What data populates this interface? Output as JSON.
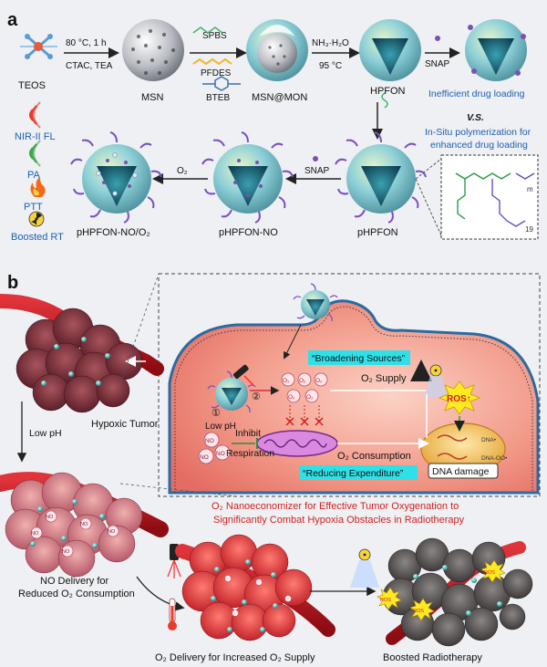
{
  "panels": {
    "a": "a",
    "b": "b"
  },
  "top": {
    "teos": "TEOS",
    "step1_cond1": "80 °C, 1 h",
    "step1_cond2": "CTAC, TEA",
    "msn": "MSN",
    "reagent_spbs": "SPBS",
    "reagent_pfdes": "PFDES",
    "reagent_bteb": "BTEB",
    "msn_mon": "MSN@MON",
    "step3_cond1": "NH₃·H₂O",
    "step3_cond2": "95 °C",
    "hpfon": "HPFON",
    "snap1": "SNAP",
    "inefficient": "Inefficient drug loading",
    "vs": "V.S.",
    "insitu1": "In-Situ polymerization for",
    "insitu2": "enhanced drug loading",
    "snap2": "SNAP",
    "o2_arrow": "O₂",
    "final": "pHPFON-NO/O₂",
    "mid": "pHPFON-NO",
    "phpfon": "pHPFON",
    "polymer_m": "m",
    "polymer_19": "19",
    "legend": [
      {
        "label": "NIR-II FL",
        "color": "#1e5fb4"
      },
      {
        "label": "PA",
        "color": "#1e5fb4"
      },
      {
        "label": "PTT",
        "color": "#1e5fb4"
      },
      {
        "label": "Boosted RT",
        "color": "#1e5fb4"
      }
    ]
  },
  "bottom": {
    "hypoxic_tumor": "Hypoxic Tumor",
    "low_ph_left": "Low pH",
    "no_delivery1": "NO Delivery for",
    "no_delivery2": "Reduced O₂ Consumption",
    "o2_delivery": "O₂ Delivery for Increased O₂ Supply",
    "boosted_rt": "Boosted Radiotherapy",
    "broadening": "“Broadening Sources”",
    "reducing": "“Reducing Expenditure”",
    "o2_supply": "O₂ Supply",
    "o2_consumption": "O₂ Consumption",
    "inhibit": "Inhibit",
    "respiration": "Respiration",
    "low_ph_cell": "Low pH",
    "step_1": "①",
    "step_2": "②",
    "ros_up": "ROS↑",
    "dna_damage": "DNA damage",
    "dna_rad": "DNA•",
    "dna_oo": "DNA-OO•",
    "ros_small": "ROS",
    "no_mol": "NO",
    "o2_mol": "O₂",
    "caption1": "O₂ Nanoeconomizer for Effective Tumor Oxygenation to",
    "caption2": "Significantly Combat Hypoxia Obstacles in Radiotherapy"
  },
  "colors": {
    "blue_text": "#1e5fb4",
    "red_text": "#d11f1f",
    "cyan_box": "#2ee0e8",
    "cell_pink": "#f08a7e",
    "vessel": "#b8141c"
  }
}
